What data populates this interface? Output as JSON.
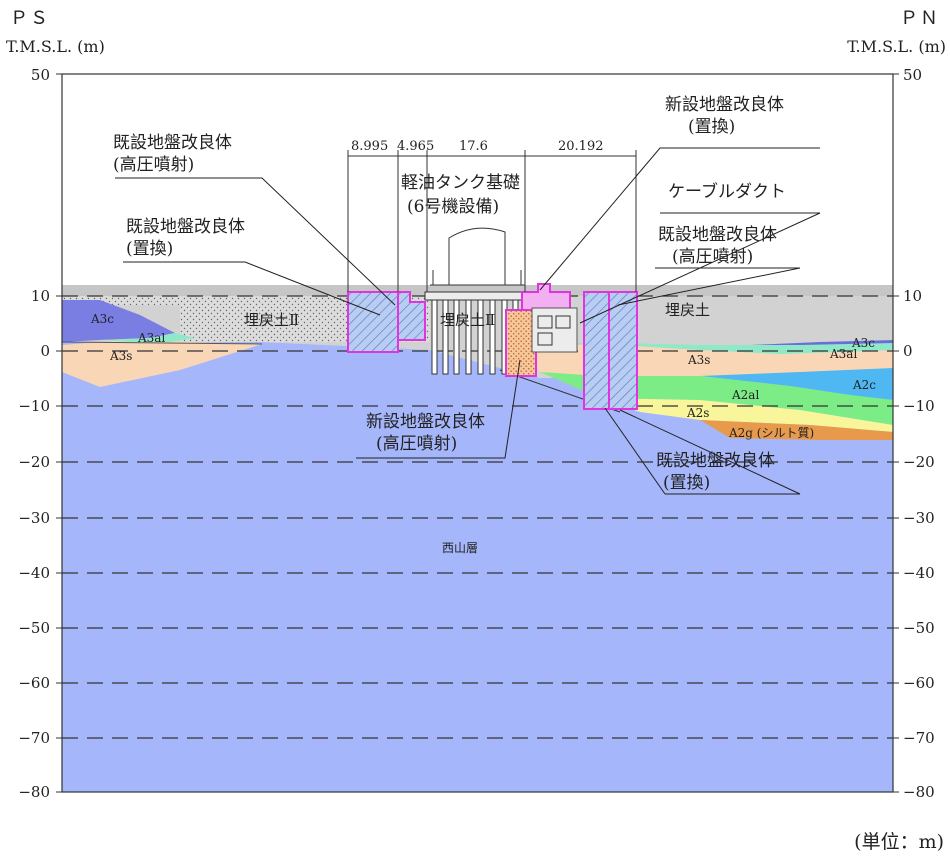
{
  "header": {
    "left_code": "ＰＳ",
    "right_code": "ＰＮ",
    "left_axis_label": "T.M.S.L. (m)",
    "right_axis_label": "T.M.S.L. (m)",
    "unit_note": "(単位：m)"
  },
  "axis": {
    "left_ticks": [
      "50",
      "10",
      "0",
      "−10",
      "−20",
      "−30",
      "−40",
      "−50",
      "−60",
      "−70",
      "−80"
    ],
    "right_ticks": [
      "50",
      "10",
      "0",
      "−10",
      "−20",
      "−30",
      "−40",
      "−50",
      "−60",
      "−70",
      "−80"
    ]
  },
  "dimensions": [
    "8.995",
    "4.965",
    "17.6",
    "20.192"
  ],
  "structure": {
    "title_line1": "軽油タンク基礎",
    "title_line2": "(6号機設備)"
  },
  "callouts": {
    "existing_high_pressure_left_l1": "既設地盤改良体",
    "existing_high_pressure_left_l2": "(高圧噴射)",
    "existing_replacement_left_l1": "既設地盤改良体",
    "existing_replacement_left_l2": "(置換)",
    "new_replacement_l1": "新設地盤改良体",
    "new_replacement_l2": "(置換)",
    "cable_duct": "ケーブルダクト",
    "existing_high_pressure_right_l1": "既設地盤改良体",
    "existing_high_pressure_right_l2": "(高圧噴射)",
    "new_high_pressure_l1": "新設地盤改良体",
    "new_high_pressure_l2": "(高圧噴射)",
    "existing_replacement_right_l1": "既設地盤改良体",
    "existing_replacement_right_l2": "(置換)"
  },
  "layers": {
    "backfill_2_left": "埋戻土Ⅱ",
    "backfill_2_center": "埋戻土Ⅱ",
    "backfill_right": "埋戻土",
    "a3c_left": "A3c",
    "a3al_left": "A3al",
    "a3s_left": "A3s",
    "a3c_right": "A3c",
    "a3al_right": "A3al",
    "a3s_right": "A3s",
    "a2c": "A2c",
    "a2al": "A2al",
    "a2s": "A2s",
    "a2g": "A2g (シルト質)",
    "nishiyama": "西山層"
  },
  "colors": {
    "surface_gray": "#d4d4d4",
    "backfill": "#d0d0d0",
    "nishiyama": "#a6b6fb",
    "a3c": "#7a7ee2",
    "a3al": "#8fe8c8",
    "a3s": "#f9d7b6",
    "a2c": "#4fb8f2",
    "a2al": "#7cec86",
    "a2s": "#f9f59a",
    "a2g": "#e89a4c",
    "improvement_outline": "#e034e0",
    "improvement_fill": "#b4c9f0"
  }
}
